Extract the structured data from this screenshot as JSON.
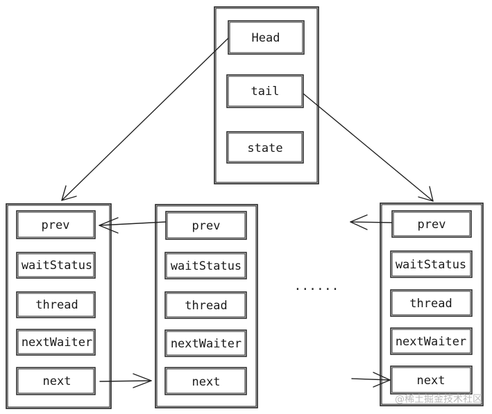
{
  "head_node": {
    "fields": [
      "Head",
      "tail",
      "state"
    ]
  },
  "nodes": [
    {
      "fields": [
        "prev",
        "waitStatus",
        "thread",
        "nextWaiter",
        "next"
      ]
    },
    {
      "fields": [
        "prev",
        "waitStatus",
        "thread",
        "nextWaiter",
        "next"
      ]
    },
    {
      "fields": [
        "prev",
        "waitStatus",
        "thread",
        "nextWaiter",
        "next"
      ]
    }
  ],
  "ellipsis": "......",
  "watermark": "@稀土掘金技术社区"
}
